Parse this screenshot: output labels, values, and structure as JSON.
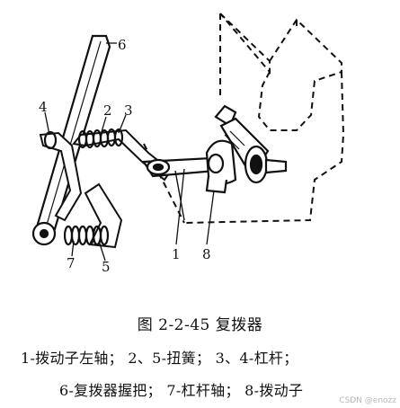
{
  "labels": {
    "n1": "1",
    "n2": "2",
    "n3": "3",
    "n4": "4",
    "n5": "5",
    "n6": "6",
    "n7": "7",
    "n8": "8"
  },
  "caption": "图 2-2-45    复拨器",
  "legend": {
    "line1": "1-拨动子左轴； 2、5-扭簧； 3、4-杠杆；",
    "line2": "6-复拨器握把； 7-杠杆轴； 8-拨动子"
  },
  "watermark": "CSDN @enozz"
}
